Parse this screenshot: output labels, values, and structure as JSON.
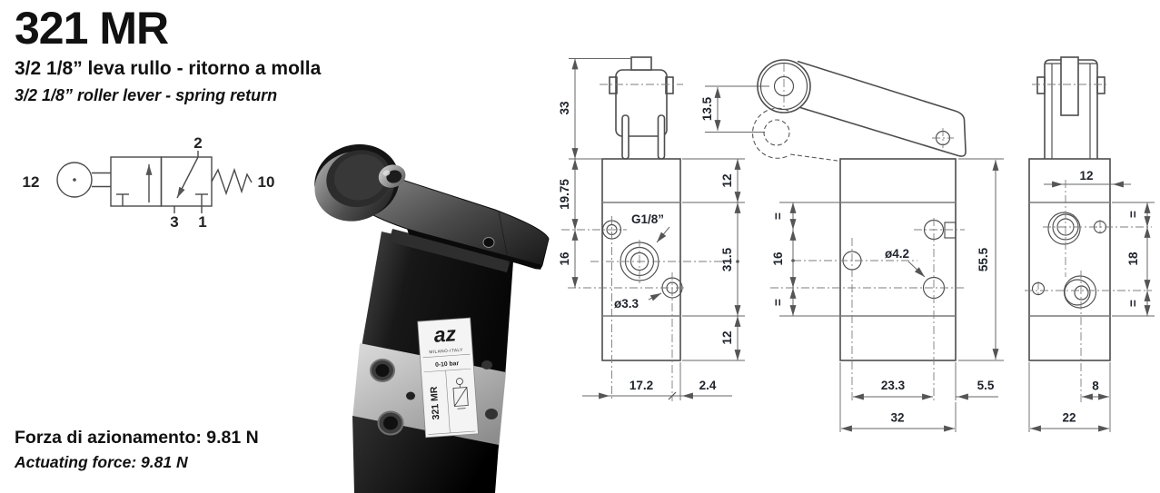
{
  "header": {
    "title": "321 MR",
    "subtitle_it": "3/2 1/8” leva rullo - ritorno a molla",
    "subtitle_en": "3/2 1/8” roller lever - spring return"
  },
  "footer": {
    "force_it": "Forza di azionamento: 9.81 N",
    "force_en": "Actuating force: 9.81 N"
  },
  "schematic": {
    "pilot_port": "12",
    "spring_port": "10",
    "outlet_port": "2",
    "exhaust_port": "3",
    "inlet_port": "1"
  },
  "photo": {
    "brand": "az",
    "origin": "MILANO-ITALY",
    "pressure_range": "0-10 bar",
    "model": "321 MR"
  },
  "dims": {
    "front": {
      "lever_height": "33",
      "upper_height": "19.75",
      "port_offset": "16",
      "top_section": "12",
      "mid_section": "31.5",
      "bottom_section": "12",
      "hole_spacing": "17.2",
      "edge_offset": "2.4",
      "port_thread": "G1/8”",
      "hole_dia": "ø3.3"
    },
    "side": {
      "roller_travel": "13.5",
      "eq_top": "=",
      "hole_offset": "16",
      "eq_bottom": "=",
      "body_height": "55.5",
      "hole_spacing": "23.3",
      "edge_offset": "5.5",
      "body_width": "32",
      "hole_dia": "ø4.2"
    },
    "back": {
      "port_offset": "12",
      "eq_top": "=",
      "port_spacing": "18",
      "eq_bottom": "=",
      "port_edge": "8",
      "body_width": "22"
    }
  }
}
